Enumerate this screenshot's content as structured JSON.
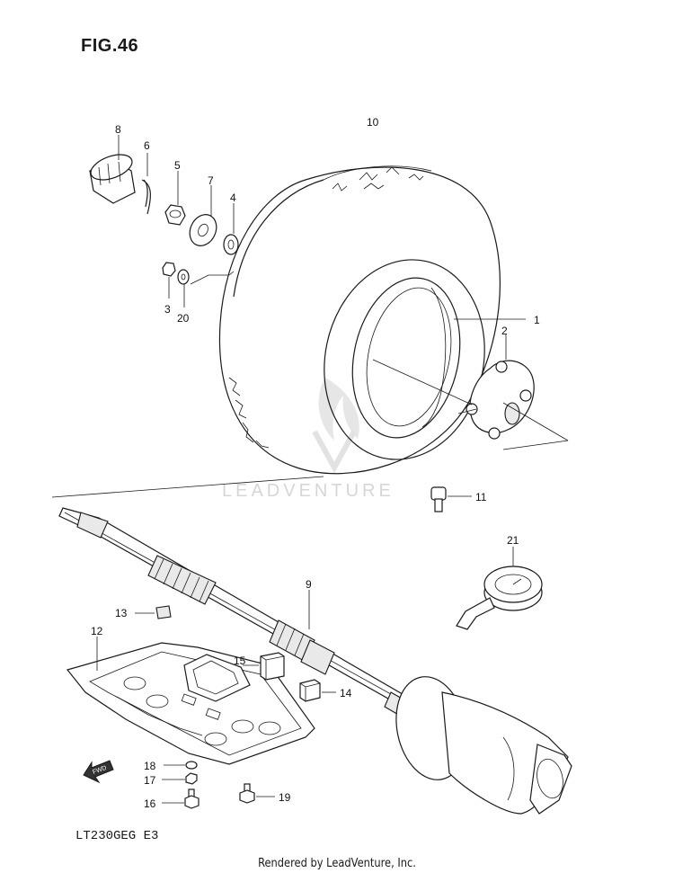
{
  "figure": {
    "title": "FIG.46",
    "model_code": "LT230GEG E3",
    "footer": "Rendered by LeadVenture, Inc.",
    "watermark": "LEADVENTURE"
  },
  "parts": [
    {
      "id": "1",
      "label": "1"
    },
    {
      "id": "2",
      "label": "2"
    },
    {
      "id": "3",
      "label": "3"
    },
    {
      "id": "4",
      "label": "4"
    },
    {
      "id": "5",
      "label": "5"
    },
    {
      "id": "6",
      "label": "6"
    },
    {
      "id": "7",
      "label": "7"
    },
    {
      "id": "8",
      "label": "8"
    },
    {
      "id": "9",
      "label": "9"
    },
    {
      "id": "10",
      "label": "10"
    },
    {
      "id": "11",
      "label": "11"
    },
    {
      "id": "12",
      "label": "12"
    },
    {
      "id": "13",
      "label": "13"
    },
    {
      "id": "14",
      "label": "14"
    },
    {
      "id": "15",
      "label": "15"
    },
    {
      "id": "16",
      "label": "16"
    },
    {
      "id": "17",
      "label": "17"
    },
    {
      "id": "18",
      "label": "18"
    },
    {
      "id": "19",
      "label": "19"
    },
    {
      "id": "20",
      "label": "20"
    },
    {
      "id": "21",
      "label": "21"
    }
  ],
  "fwd_label": "FWD"
}
